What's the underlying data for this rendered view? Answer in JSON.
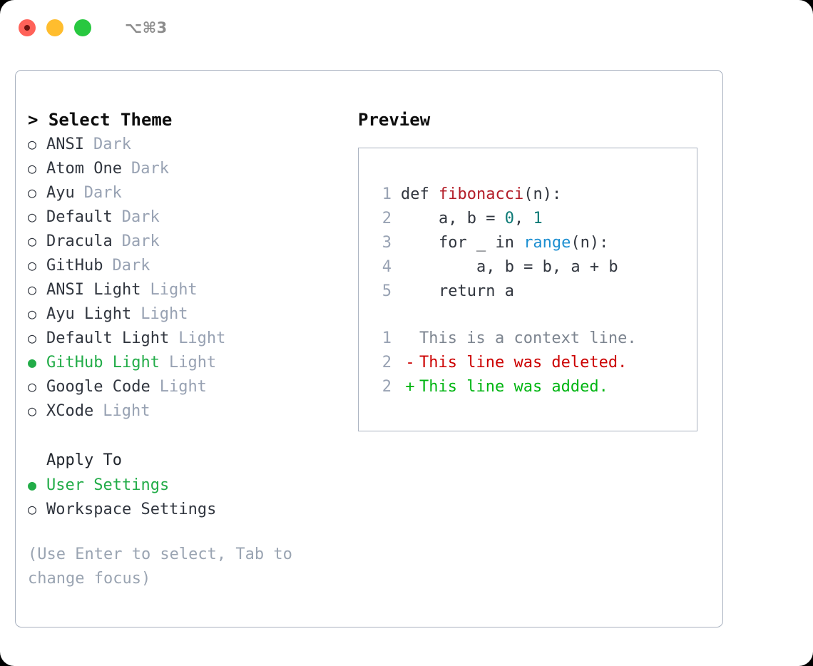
{
  "titlebar": {
    "shortcut": "⌥⌘3",
    "lights": [
      {
        "name": "close",
        "color": "#ff6259",
        "has_record_dot": true
      },
      {
        "name": "minimize",
        "color": "#ffbd2e",
        "has_record_dot": false
      },
      {
        "name": "maximize",
        "color": "#28c840",
        "has_record_dot": false
      }
    ]
  },
  "theme_picker": {
    "heading": "> Select Theme",
    "bullet_selected": "●",
    "bullet_unselected": "○",
    "items": [
      {
        "name": "ANSI",
        "tag": "Dark",
        "selected": false
      },
      {
        "name": "Atom One",
        "tag": "Dark",
        "selected": false
      },
      {
        "name": "Ayu",
        "tag": "Dark",
        "selected": false
      },
      {
        "name": "Default",
        "tag": "Dark",
        "selected": false
      },
      {
        "name": "Dracula",
        "tag": "Dark",
        "selected": false
      },
      {
        "name": "GitHub",
        "tag": "Dark",
        "selected": false
      },
      {
        "name": "ANSI Light",
        "tag": "Light",
        "selected": false
      },
      {
        "name": "Ayu Light",
        "tag": "Light",
        "selected": false
      },
      {
        "name": "Default Light",
        "tag": "Light",
        "selected": false
      },
      {
        "name": "GitHub Light",
        "tag": "Light",
        "selected": true
      },
      {
        "name": "Google Code",
        "tag": "Light",
        "selected": false
      },
      {
        "name": "XCode",
        "tag": "Light",
        "selected": false
      }
    ]
  },
  "apply_to": {
    "heading": "Apply To",
    "options": [
      {
        "label": "User Settings",
        "selected": true
      },
      {
        "label": "Workspace Settings",
        "selected": false
      }
    ]
  },
  "hint": "(Use Enter to select, Tab to change focus)",
  "preview": {
    "heading": "Preview",
    "code_lines": [
      {
        "lineno": "1",
        "tokens": [
          {
            "text": "def ",
            "kind": "plain"
          },
          {
            "text": "fibonacci",
            "kind": "fn"
          },
          {
            "text": "(n):",
            "kind": "plain"
          }
        ]
      },
      {
        "lineno": "2",
        "tokens": [
          {
            "text": "    a, b = ",
            "kind": "plain"
          },
          {
            "text": "0",
            "kind": "num"
          },
          {
            "text": ", ",
            "kind": "plain"
          },
          {
            "text": "1",
            "kind": "num"
          }
        ]
      },
      {
        "lineno": "3",
        "tokens": [
          {
            "text": "    for _ in ",
            "kind": "plain"
          },
          {
            "text": "range",
            "kind": "call"
          },
          {
            "text": "(n):",
            "kind": "plain"
          }
        ]
      },
      {
        "lineno": "4",
        "tokens": [
          {
            "text": "        a, b = b, a + b",
            "kind": "plain"
          }
        ]
      },
      {
        "lineno": "5",
        "tokens": [
          {
            "text": "    return a",
            "kind": "plain"
          }
        ]
      }
    ],
    "diff_lines": [
      {
        "lineno": "1",
        "mark": " ",
        "text": "This is a context line.",
        "kind": "ctx"
      },
      {
        "lineno": "2",
        "mark": "-",
        "text": "This line was deleted.",
        "kind": "del"
      },
      {
        "lineno": "2",
        "mark": "+",
        "text": "This line was added.",
        "kind": "add"
      }
    ]
  },
  "colors": {
    "accent_green": "#22ac48",
    "muted_gray": "#98a2b3",
    "text": "#31363f",
    "border": "#a9b2c0",
    "diff_delete": "#cc0000",
    "diff_add": "#00b512",
    "syntax_function": "#b31d28",
    "syntax_number": "#0d7a76",
    "syntax_call": "#1d8fd1"
  }
}
